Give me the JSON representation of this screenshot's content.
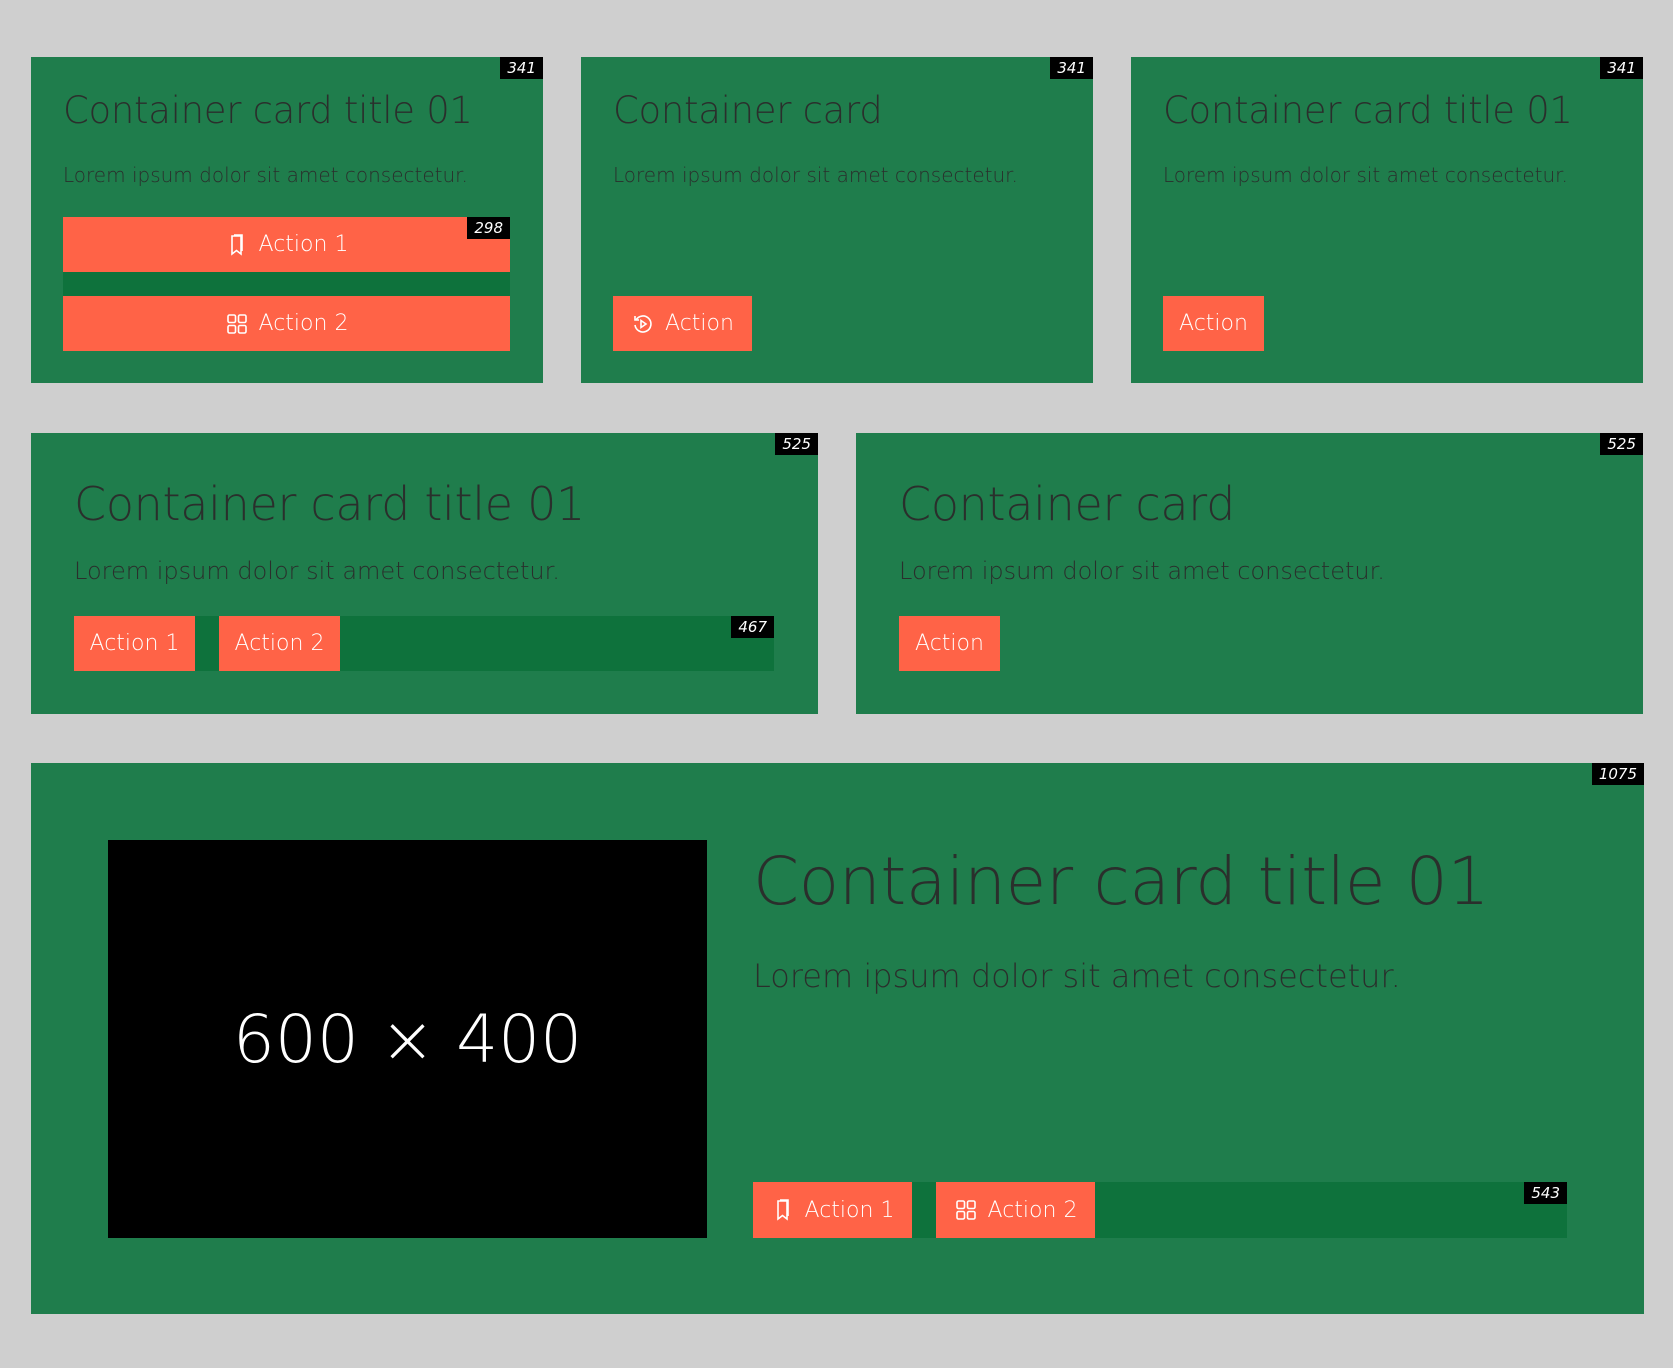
{
  "badges": {
    "small": "341",
    "stack": "298",
    "medium": "525",
    "bar_medium": "467",
    "large": "1075",
    "bar_large": "543"
  },
  "cards": [
    {
      "title": "Container card title 01",
      "body": "Lorem ipsum dolor sit amet consectetur.",
      "actions": [
        "Action 1",
        "Action 2"
      ]
    },
    {
      "title": "Container card",
      "body": "Lorem ipsum dolor sit amet consectetur.",
      "actions": [
        "Action"
      ]
    },
    {
      "title": "Container card title 01",
      "body": "Lorem ipsum dolor sit amet consectetur.",
      "actions": [
        "Action"
      ]
    },
    {
      "title": "Container card title 01",
      "body": "Lorem ipsum dolor sit amet consectetur.",
      "actions": [
        "Action 1",
        "Action 2"
      ]
    },
    {
      "title": "Container card",
      "body": "Lorem ipsum dolor sit amet consectetur.",
      "actions": [
        "Action"
      ]
    },
    {
      "title": "Container card title 01",
      "body": "Lorem ipsum dolor sit amet consectetur.",
      "image_placeholder": "600 × 400",
      "actions": [
        "Action 1",
        "Action 2"
      ]
    }
  ],
  "colors": {
    "background": "#cfcfcf",
    "card": "#1f7d4c",
    "action_bar": "#0e723c",
    "button": "#ff6347"
  }
}
